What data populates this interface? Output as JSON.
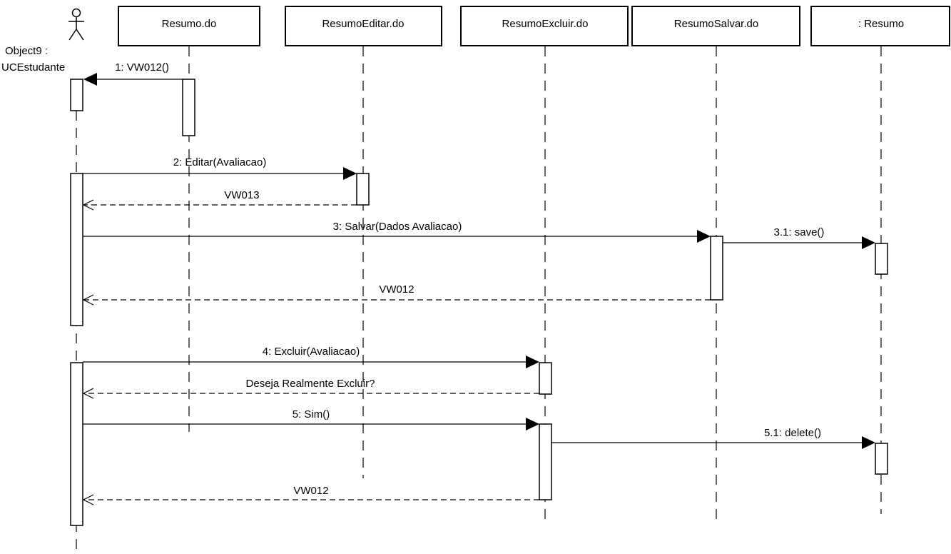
{
  "actor": {
    "name_line1": "Object9 :",
    "name_line2": "UCEstudante"
  },
  "participants": [
    {
      "label": "Resumo.do"
    },
    {
      "label": "ResumoEditar.do"
    },
    {
      "label": "ResumoExcluir.do"
    },
    {
      "label": "ResumoSalvar.do"
    },
    {
      "label": ": Resumo"
    }
  ],
  "messages": [
    {
      "label": "1: VW012()",
      "kind": "call"
    },
    {
      "label": "2: Editar(Avaliacao)",
      "kind": "call"
    },
    {
      "label": "VW013",
      "kind": "return"
    },
    {
      "label": "3: Salvar(Dados Avaliacao)",
      "kind": "call"
    },
    {
      "label": "3.1: save()",
      "kind": "call"
    },
    {
      "label": "VW012",
      "kind": "return"
    },
    {
      "label": "4: Excluir(Avaliacao)",
      "kind": "call"
    },
    {
      "label": "Deseja Realmente Excluir?",
      "kind": "return"
    },
    {
      "label": "5: Sim()",
      "kind": "call"
    },
    {
      "label": "5.1: delete()",
      "kind": "call"
    },
    {
      "label": "VW012",
      "kind": "return"
    }
  ]
}
